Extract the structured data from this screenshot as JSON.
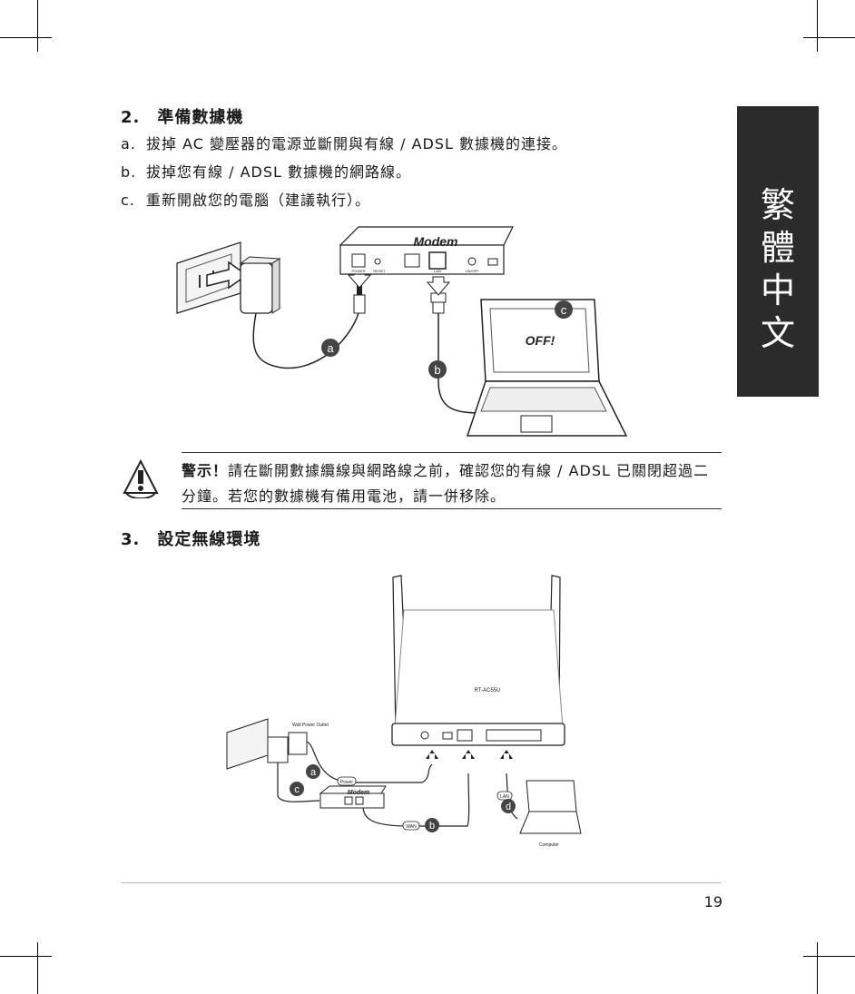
{
  "section2": {
    "title": "2.　準備數據機",
    "steps": [
      {
        "letter": "a.",
        "text": "拔掉 AC 變壓器的電源並斷開與有線 / ADSL 數據機的連接。"
      },
      {
        "letter": "b.",
        "text": "拔掉您有線 / ADSL 數據機的網路線。"
      },
      {
        "letter": "c.",
        "text": "重新開啟您的電腦（建議執行）。"
      }
    ]
  },
  "figure1": {
    "modem_label": "Modem",
    "screen_text": "OFF!",
    "port_labels": [
      "POWER",
      "RESET",
      "LAN",
      "ON/OFF"
    ],
    "callouts": [
      "a",
      "b",
      "c"
    ]
  },
  "warning": {
    "label": "警示！",
    "text": "請在斷開數據纜線與網路線之前，確認您的有線 / ADSL 已關閉超過二分鐘。若您的數據機有備用電池，請一併移除。"
  },
  "section3": {
    "title": "3.　設定無線環境"
  },
  "figure2": {
    "router_model": "RT-AC55U",
    "wall_outlet_label": "Wall Power Outlet",
    "modem_label": "Modem",
    "computer_label": "Computer",
    "power_label": "Power",
    "wan_label": "WAN",
    "lan_label": "LAN",
    "callouts": [
      "a",
      "b",
      "c",
      "d"
    ]
  },
  "side_tab": [
    "繁",
    "體",
    "中",
    "文"
  ],
  "page_number": "19"
}
